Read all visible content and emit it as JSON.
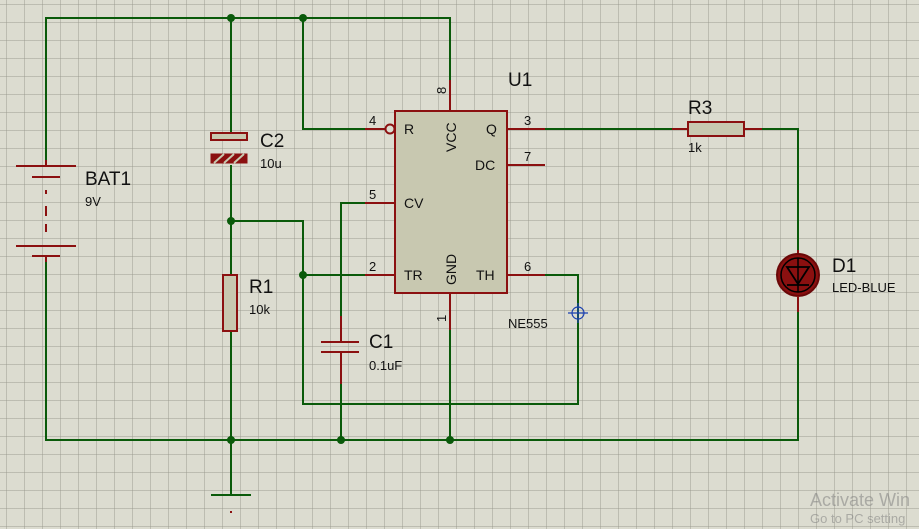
{
  "components": {
    "bat1": {
      "ref": "BAT1",
      "value": "9V"
    },
    "c2": {
      "ref": "C2",
      "value": "10u"
    },
    "r1": {
      "ref": "R1",
      "value": "10k"
    },
    "c1": {
      "ref": "C1",
      "value": "0.1uF"
    },
    "u1": {
      "ref": "U1",
      "part": "NE555",
      "pins": {
        "r": {
          "name": "R",
          "num": "4"
        },
        "vcc": {
          "name": "VCC",
          "num": "8"
        },
        "q": {
          "name": "Q",
          "num": "3"
        },
        "dc": {
          "name": "DC",
          "num": "7"
        },
        "cv": {
          "name": "CV",
          "num": "5"
        },
        "tr": {
          "name": "TR",
          "num": "2"
        },
        "gnd": {
          "name": "GND",
          "num": "1"
        },
        "th": {
          "name": "TH",
          "num": "6"
        }
      }
    },
    "r3": {
      "ref": "R3",
      "value": "1k"
    },
    "d1": {
      "ref": "D1",
      "value": "LED-BLUE"
    }
  },
  "watermark": {
    "line1": "Activate Win",
    "line2": "Go to PC setting"
  },
  "colors": {
    "wire": "#0a5a0a",
    "component": "#8b1010",
    "body_fill": "#c8c8b0",
    "background": "#dcdcd0"
  }
}
